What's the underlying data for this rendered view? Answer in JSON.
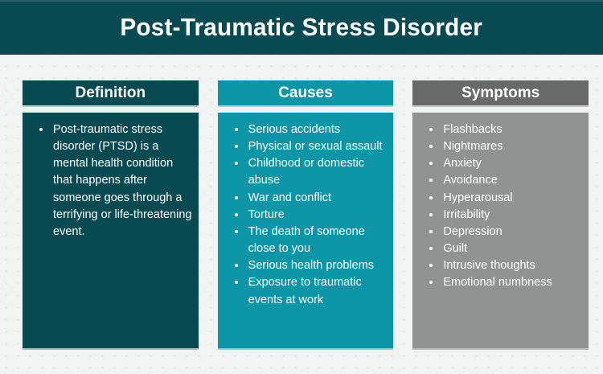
{
  "title": "Post-Traumatic Stress Disorder",
  "colors": {
    "dark_teal": "#084a52",
    "teal": "#0a96a6",
    "gray_header": "#696969",
    "gray_body": "#919292",
    "background": "#f1f4f2",
    "dot": "#dfe5e2",
    "text_light": "#ffffff"
  },
  "columns": [
    {
      "heading": "Definition",
      "items": [
        "Post-traumatic stress disorder (PTSD) is a mental health condition that happens after someone goes through a terrifying or life-threatening event."
      ]
    },
    {
      "heading": "Causes",
      "items": [
        "Serious accidents",
        "Physical or sexual assault",
        "Childhood or domestic abuse",
        "War and conflict",
        "Torture",
        "The death of someone close to you",
        "Serious health problems",
        "Exposure to traumatic events at work"
      ]
    },
    {
      "heading": "Symptoms",
      "items": [
        "Flashbacks",
        "Nightmares",
        "Anxiety",
        "Avoidance",
        "Hyperarousal",
        "Irritability",
        "Depression",
        "Guilt",
        "Intrusive thoughts",
        "Emotional numbness"
      ]
    }
  ]
}
